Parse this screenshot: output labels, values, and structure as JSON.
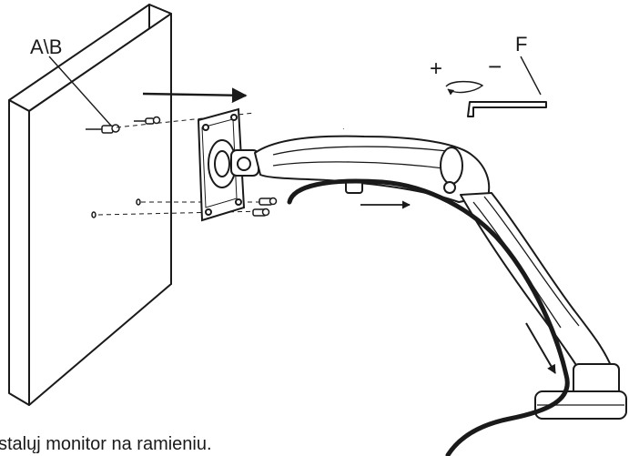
{
  "labels": {
    "fastener": "A\\B",
    "tool": "F",
    "tighten": "+",
    "loosen": "−"
  },
  "caption": "stalųj monitor na ramieniu.",
  "colors": {
    "line": "#1a1a1a",
    "panel": "#ffffff"
  },
  "icons": [
    "wall-panel",
    "screw-icon",
    "vesa-plate",
    "gas-spring-arm",
    "cable",
    "allen-key-icon",
    "rotate-arrow-icon",
    "direction-arrow-icon"
  ]
}
